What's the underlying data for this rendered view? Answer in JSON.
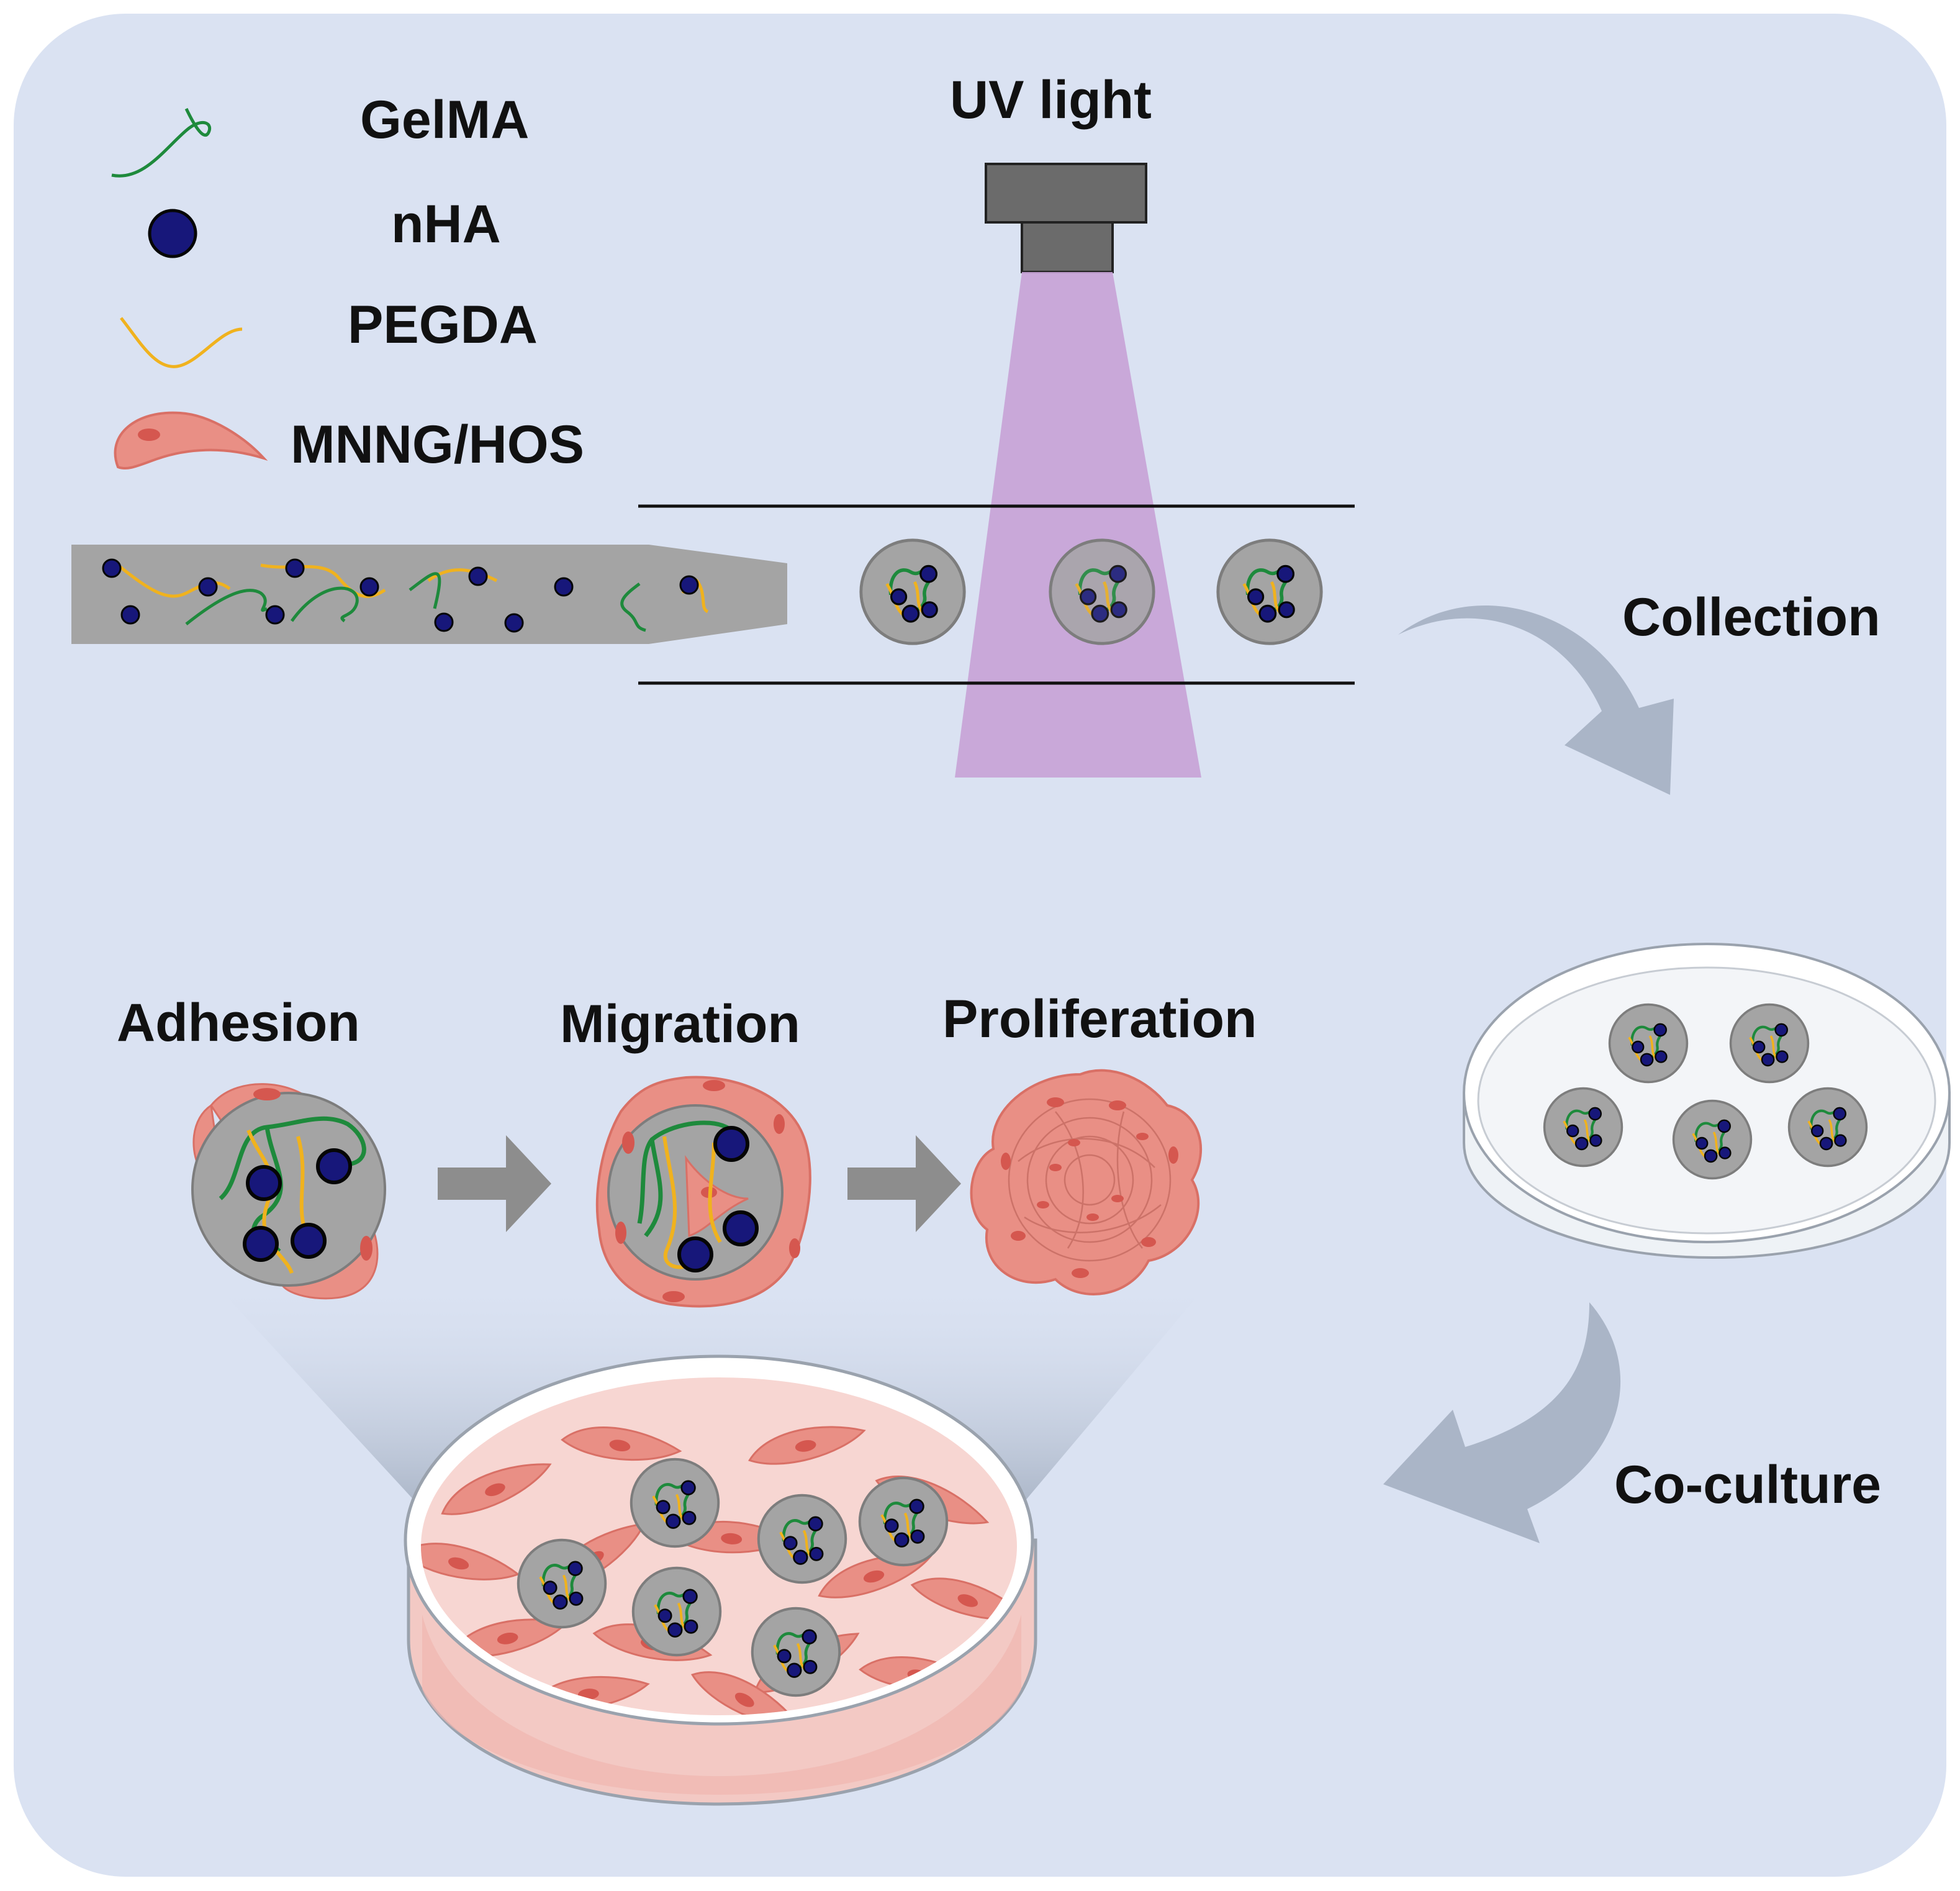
{
  "legend": {
    "gelma": "GelMA",
    "nha": "nHA",
    "pegda": "PEGDA",
    "cell": "MNNG/HOS"
  },
  "uv_label": "UV light",
  "steps": {
    "collection": "Collection",
    "coculture": "Co-culture"
  },
  "stages": {
    "adhesion": "Adhesion",
    "migration": "Migration",
    "proliferation": "Proliferation"
  },
  "colors": {
    "background": "#dae2f2",
    "gelma": "#1e8a3c",
    "nha": "#17177a",
    "pegda": "#f0b21e",
    "cell": "#e98f85",
    "microsphere": "#a4a4a4",
    "uv_beam": "#c7a2d6",
    "arrow": "#aab5c7"
  },
  "icons": [
    "uv-lamp-icon",
    "petri-dish-icon",
    "microsphere-icon",
    "osteosarcoma-cell-icon"
  ]
}
